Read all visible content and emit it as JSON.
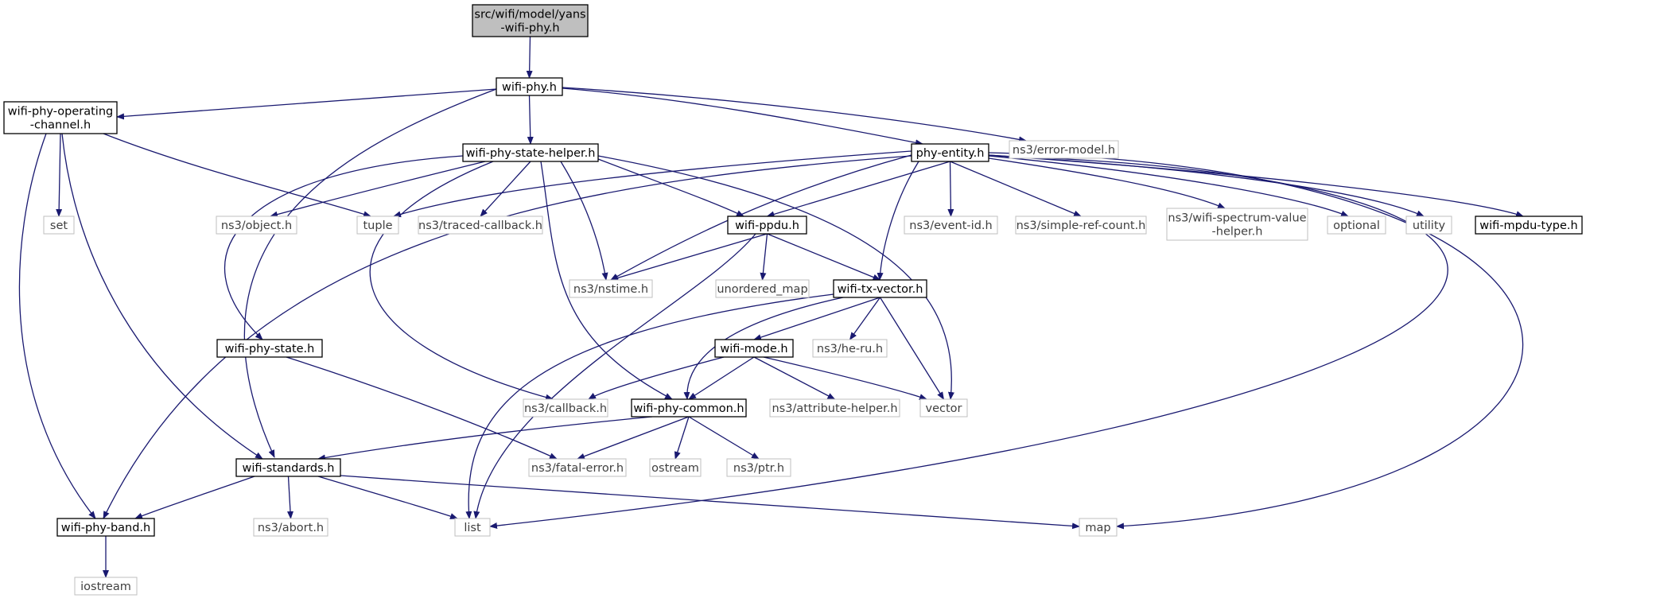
{
  "colors": {
    "edge": "#191970",
    "root_fill": "#bfbfbf",
    "node_border": "#000000",
    "external_border": "#bfbfbf",
    "external_text": "#3f3f3f",
    "node_text": "#000000"
  },
  "nodes": [
    {
      "id": "yans",
      "lines": [
        "src/wifi/model/yans",
        "-wifi-phy.h"
      ],
      "kind": "root"
    },
    {
      "id": "wifiphy",
      "lines": [
        "wifi-phy.h"
      ],
      "kind": "local"
    },
    {
      "id": "opchan",
      "lines": [
        "wifi-phy-operating",
        "-channel.h"
      ],
      "kind": "local"
    },
    {
      "id": "statehelper",
      "lines": [
        "wifi-phy-state-helper.h"
      ],
      "kind": "local"
    },
    {
      "id": "phyentity",
      "lines": [
        "phy-entity.h"
      ],
      "kind": "local"
    },
    {
      "id": "errormodel",
      "lines": [
        "ns3/error-model.h"
      ],
      "kind": "external"
    },
    {
      "id": "set",
      "lines": [
        "set"
      ],
      "kind": "external"
    },
    {
      "id": "object",
      "lines": [
        "ns3/object.h"
      ],
      "kind": "external"
    },
    {
      "id": "tuple",
      "lines": [
        "tuple"
      ],
      "kind": "external"
    },
    {
      "id": "traced",
      "lines": [
        "ns3/traced-callback.h"
      ],
      "kind": "external"
    },
    {
      "id": "ppdu",
      "lines": [
        "wifi-ppdu.h"
      ],
      "kind": "local"
    },
    {
      "id": "eventid",
      "lines": [
        "ns3/event-id.h"
      ],
      "kind": "external"
    },
    {
      "id": "simpleref",
      "lines": [
        "ns3/simple-ref-count.h"
      ],
      "kind": "external"
    },
    {
      "id": "spectrum",
      "lines": [
        "ns3/wifi-spectrum-value",
        "-helper.h"
      ],
      "kind": "external"
    },
    {
      "id": "optional",
      "lines": [
        "optional"
      ],
      "kind": "external"
    },
    {
      "id": "utility",
      "lines": [
        "utility"
      ],
      "kind": "external"
    },
    {
      "id": "mpdutype",
      "lines": [
        "wifi-mpdu-type.h"
      ],
      "kind": "local"
    },
    {
      "id": "nstime",
      "lines": [
        "ns3/nstime.h"
      ],
      "kind": "external"
    },
    {
      "id": "unordered",
      "lines": [
        "unordered_map"
      ],
      "kind": "external"
    },
    {
      "id": "txvector",
      "lines": [
        "wifi-tx-vector.h"
      ],
      "kind": "local"
    },
    {
      "id": "phystate",
      "lines": [
        "wifi-phy-state.h"
      ],
      "kind": "local"
    },
    {
      "id": "wifimode",
      "lines": [
        "wifi-mode.h"
      ],
      "kind": "local"
    },
    {
      "id": "heru",
      "lines": [
        "ns3/he-ru.h"
      ],
      "kind": "external"
    },
    {
      "id": "callback",
      "lines": [
        "ns3/callback.h"
      ],
      "kind": "external"
    },
    {
      "id": "phycommon",
      "lines": [
        "wifi-phy-common.h"
      ],
      "kind": "local"
    },
    {
      "id": "attrhelper",
      "lines": [
        "ns3/attribute-helper.h"
      ],
      "kind": "external"
    },
    {
      "id": "vector",
      "lines": [
        "vector"
      ],
      "kind": "external"
    },
    {
      "id": "standards",
      "lines": [
        "wifi-standards.h"
      ],
      "kind": "local"
    },
    {
      "id": "fatal",
      "lines": [
        "ns3/fatal-error.h"
      ],
      "kind": "external"
    },
    {
      "id": "ostream",
      "lines": [
        "ostream"
      ],
      "kind": "external"
    },
    {
      "id": "ptr",
      "lines": [
        "ns3/ptr.h"
      ],
      "kind": "external"
    },
    {
      "id": "band",
      "lines": [
        "wifi-phy-band.h"
      ],
      "kind": "local"
    },
    {
      "id": "abort",
      "lines": [
        "ns3/abort.h"
      ],
      "kind": "external"
    },
    {
      "id": "list",
      "lines": [
        "list"
      ],
      "kind": "external"
    },
    {
      "id": "map",
      "lines": [
        "map"
      ],
      "kind": "external"
    },
    {
      "id": "iostream",
      "lines": [
        "iostream"
      ],
      "kind": "external"
    }
  ],
  "edges": [
    [
      "yans",
      "wifiphy"
    ],
    [
      "wifiphy",
      "opchan"
    ],
    [
      "wifiphy",
      "statehelper"
    ],
    [
      "wifiphy",
      "phyentity"
    ],
    [
      "wifiphy",
      "errormodel"
    ],
    [
      "wifiphy",
      "standards"
    ],
    [
      "opchan",
      "set"
    ],
    [
      "opchan",
      "tuple"
    ],
    [
      "opchan",
      "standards"
    ],
    [
      "opchan",
      "band"
    ],
    [
      "statehelper",
      "object"
    ],
    [
      "statehelper",
      "traced"
    ],
    [
      "statehelper",
      "ppdu"
    ],
    [
      "statehelper",
      "nstime"
    ],
    [
      "statehelper",
      "phystate"
    ],
    [
      "statehelper",
      "callback"
    ],
    [
      "statehelper",
      "phycommon"
    ],
    [
      "statehelper",
      "vector"
    ],
    [
      "phyentity",
      "tuple"
    ],
    [
      "phyentity",
      "ppdu"
    ],
    [
      "phyentity",
      "nstime"
    ],
    [
      "phyentity",
      "band"
    ],
    [
      "phyentity",
      "eventid"
    ],
    [
      "phyentity",
      "simpleref"
    ],
    [
      "phyentity",
      "spectrum"
    ],
    [
      "phyentity",
      "optional"
    ],
    [
      "phyentity",
      "utility"
    ],
    [
      "phyentity",
      "mpdutype"
    ],
    [
      "phyentity",
      "txvector"
    ],
    [
      "phyentity",
      "list"
    ],
    [
      "phyentity",
      "map"
    ],
    [
      "ppdu",
      "nstime"
    ],
    [
      "ppdu",
      "unordered"
    ],
    [
      "ppdu",
      "txvector"
    ],
    [
      "ppdu",
      "list"
    ],
    [
      "txvector",
      "wifimode"
    ],
    [
      "txvector",
      "heru"
    ],
    [
      "txvector",
      "vector"
    ],
    [
      "txvector",
      "phycommon"
    ],
    [
      "txvector",
      "list"
    ],
    [
      "phystate",
      "fatal"
    ],
    [
      "wifimode",
      "callback"
    ],
    [
      "wifimode",
      "phycommon"
    ],
    [
      "wifimode",
      "attrhelper"
    ],
    [
      "wifimode",
      "vector"
    ],
    [
      "phycommon",
      "standards"
    ],
    [
      "phycommon",
      "fatal"
    ],
    [
      "phycommon",
      "ostream"
    ],
    [
      "phycommon",
      "ptr"
    ],
    [
      "standards",
      "band"
    ],
    [
      "standards",
      "abort"
    ],
    [
      "standards",
      "list"
    ],
    [
      "standards",
      "map"
    ],
    [
      "band",
      "iostream"
    ]
  ]
}
